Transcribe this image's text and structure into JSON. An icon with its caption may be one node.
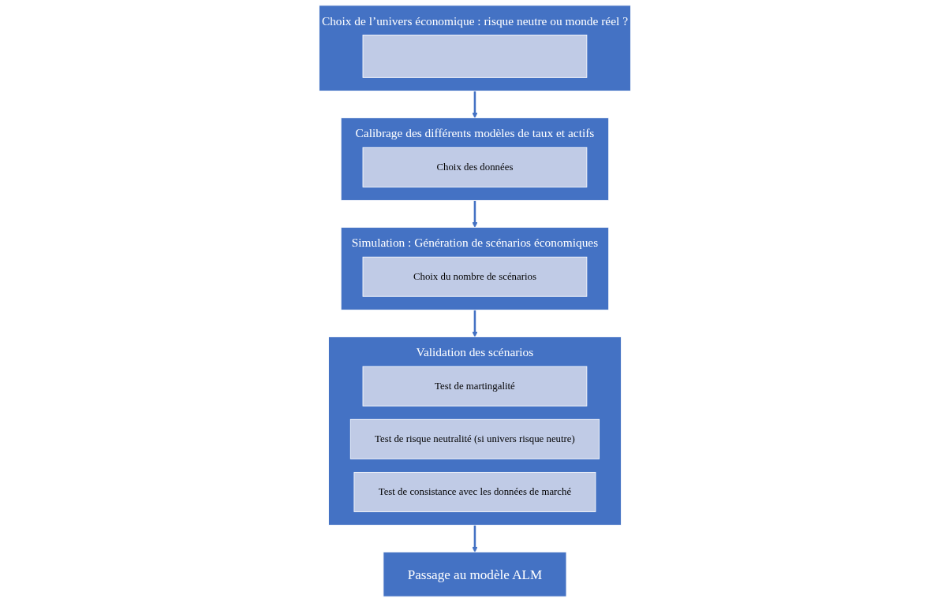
{
  "diagram": {
    "nodes": [
      {
        "text": [
          "Choix de l’univers économique : risque neutre ou monde réel ?"
        ]
      },
      {
        "text": [],
        "shape": "bar",
        "in": 0
      },
      {
        "text": [
          "Calibrage des différents modèles de taux et actifs"
        ]
      },
      {
        "text": [
          "Choix des données"
        ],
        "in": 2
      },
      {
        "text": [
          "Simulation : Génération de scénarios économiques"
        ]
      },
      {
        "text": [
          "Choix du nombre de scénarios"
        ],
        "in": 4
      },
      {
        "text": [
          "Validation des scénarios"
        ]
      },
      {
        "text": [
          "Test de martingalité"
        ],
        "in": 6
      },
      {
        "text": [
          "Test de risque neutralité (si univers risque neutre)"
        ],
        "in": 6
      },
      {
        "text": [
          "Test de consistance avec les données de marché"
        ],
        "in": 6
      },
      {
        "text": [
          "Passage au modèle ALM"
        ]
      }
    ],
    "edges": [
      {
        "from": 0,
        "to": 2,
        "arrow": "to"
      },
      {
        "from": 2,
        "to": 4,
        "arrow": "to"
      },
      {
        "from": 4,
        "to": 6,
        "arrow": "to"
      },
      {
        "from": 6,
        "to": 10,
        "arrow": "to"
      }
    ]
  }
}
